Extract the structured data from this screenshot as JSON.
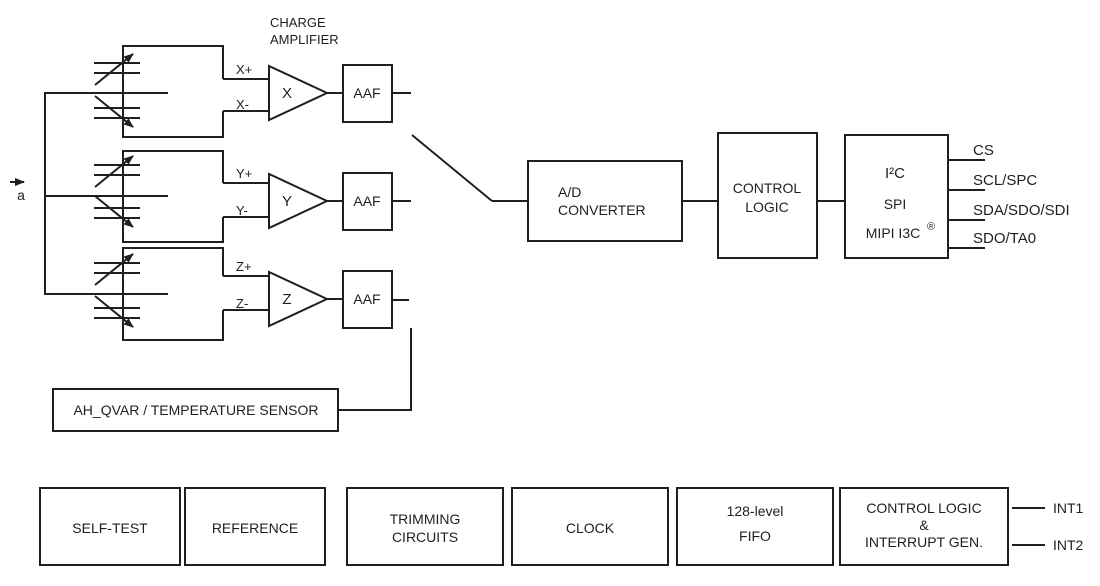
{
  "figure": {
    "background_color": "#ffffff",
    "line_color": "#1f1f1f",
    "text_color": "#1f1f1f"
  },
  "sensing": {
    "acceleration_label": "a",
    "charge_amplifier_title": {
      "line1": "CHARGE",
      "line2": "AMPLIFIER"
    },
    "channels": [
      {
        "plus": "X+",
        "minus": "X-",
        "amp": "X",
        "filter": "AAF"
      },
      {
        "plus": "Y+",
        "minus": "Y-",
        "amp": "Y",
        "filter": "AAF"
      },
      {
        "plus": "Z+",
        "minus": "Z-",
        "amp": "Z",
        "filter": "AAF"
      }
    ]
  },
  "signal_chain": {
    "adc": {
      "line1": "A/D",
      "line2": "CONVERTER"
    },
    "control_logic": {
      "line1": "CONTROL",
      "line2": "LOGIC"
    },
    "interface": {
      "line1": "I²C",
      "line2": "SPI",
      "line3": "MIPI I3C",
      "reg_mark": "®"
    },
    "interface_pins": [
      "CS",
      "SCL/SPC",
      "SDA/SDO/SDI",
      "SDO/TA0"
    ]
  },
  "qvar": {
    "label": "AH_QVAR / TEMPERATURE SENSOR"
  },
  "bottom_row": {
    "boxes": [
      {
        "line1": "SELF-TEST"
      },
      {
        "line1": "REFERENCE"
      },
      {
        "line1": "TRIMMING",
        "line2": "CIRCUITS"
      },
      {
        "line1": "CLOCK"
      },
      {
        "line1": "128-level",
        "line2": "FIFO"
      },
      {
        "line1": "CONTROL LOGIC",
        "line2": "&",
        "line3": "INTERRUPT GEN."
      }
    ],
    "interrupt_pins": [
      "INT1",
      "INT2"
    ]
  }
}
